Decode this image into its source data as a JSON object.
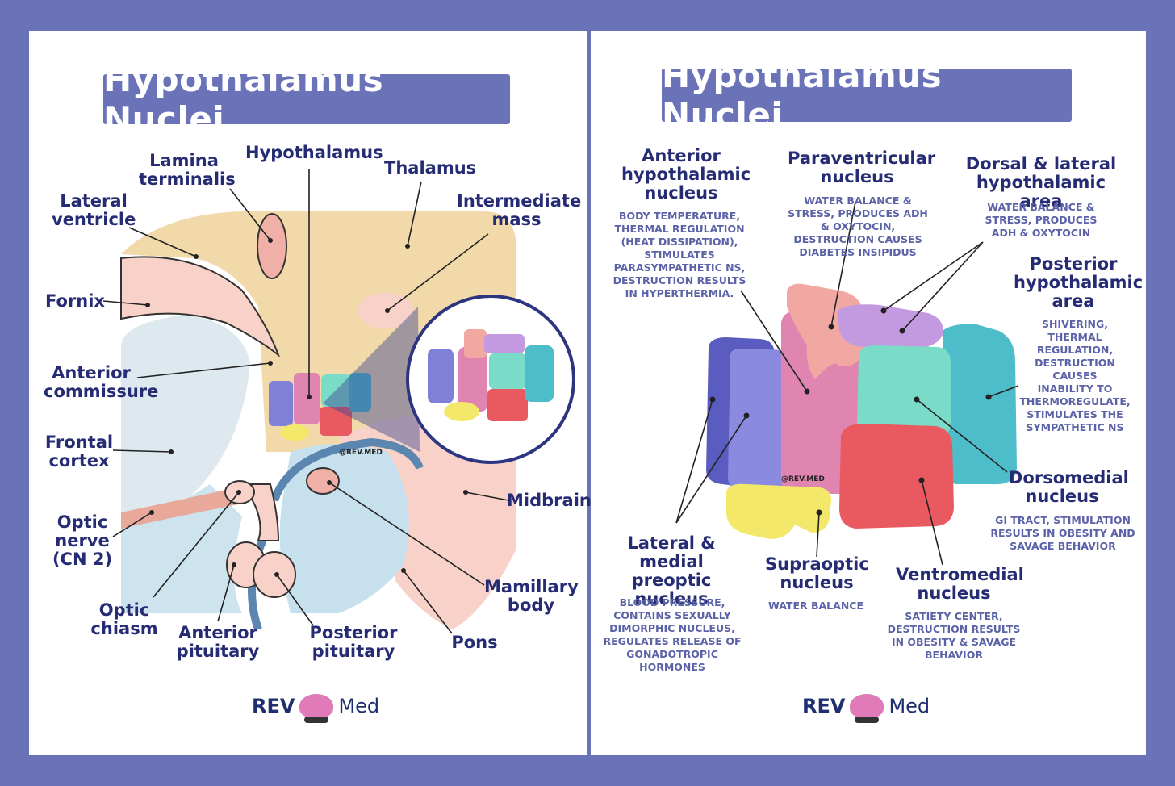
{
  "left": {
    "title": "Hypothalamus Nuclei",
    "labels": {
      "lamina_terminalis": "Lamina\nterminalis",
      "hypothalamus": "Hypothalamus",
      "thalamus": "Thalamus",
      "lateral_ventricle": "Lateral\nventricle",
      "intermediate_mass": "Intermediate\nmass",
      "fornix": "Fornix",
      "anterior_commissure": "Anterior\ncommissure",
      "frontal_cortex": "Frontal\ncortex",
      "optic_nerve": "Optic\nnerve\n(CN 2)",
      "optic_chiasm": "Optic\nchiasm",
      "anterior_pituitary": "Anterior\npituitary",
      "posterior_pituitary": "Posterior\npituitary",
      "pons": "Pons",
      "midbrain": "Midbrain",
      "mamillary_body": "Mamillary\nbody"
    },
    "watermark": "@REV.MED",
    "logo": {
      "rev": "REV",
      "med": "Med"
    }
  },
  "right": {
    "title": "Hypothalamus Nuclei",
    "nuclei": {
      "anterior": {
        "name": "Anterior\nhypothalamic\nnucleus",
        "desc": "BODY TEMPERATURE,\nTHERMAL REGULATION\n(HEAT DISSIPATION),\nSTIMULATES\nPARASYMPATHETIC NS,\nDESTRUCTION RESULTS\nIN HYPERTHERMIA.",
        "color": "#e084b0"
      },
      "paraventricular": {
        "name": "Paraventricular\nnucleus",
        "desc": "WATER BALANCE &\nSTRESS, PRODUCES ADH\n& OXYTOCIN,\nDESTRUCTION CAUSES\nDIABETES INSIPIDUS",
        "color": "#f2a8a2"
      },
      "dorsal_lateral": {
        "name": "Dorsal & lateral\nhypothalamic area",
        "desc": "WATER BALANCE &\nSTRESS, PRODUCES\nADH & OXYTOCIN",
        "color": "#c39ae0"
      },
      "posterior": {
        "name": "Posterior\nhypothalamic\narea",
        "desc": "SHIVERING, THERMAL\nREGULATION,\nDESTRUCTION CAUSES\nINABILITY TO\nTHERMOREGULATE,\nSTIMULATES THE\nSYMPATHETIC NS",
        "color": "#4dbdc9"
      },
      "dorsomedial": {
        "name": "Dorsomedial\nnucleus",
        "desc": "GI TRACT, STIMULATION\nRESULTS IN OBESITY AND\nSAVAGE BEHAVIOR",
        "color": "#7adbc8"
      },
      "preoptic": {
        "name": "Lateral &\nmedial preoptic\nnucleus",
        "desc": "BLOOD PRESSURE,\nCONTAINS SEXUALLY\nDIMORPHIC NUCLEUS,\nREGULATES RELEASE OF\nGONADOTROPIC\nHORMONES",
        "color": "#7f80d8"
      },
      "supraoptic": {
        "name": "Supraoptic\nnucleus",
        "desc": "WATER BALANCE",
        "color": "#f3e86a"
      },
      "ventromedial": {
        "name": "Ventromedial\nnucleus",
        "desc": "SATIETY CENTER,\nDESTRUCTION RESULTS\nIN OBESITY & SAVAGE\nBEHAVIOR",
        "color": "#e85a60"
      }
    },
    "watermark": "@REV.MED",
    "logo": {
      "rev": "REV",
      "med": "Med"
    }
  }
}
